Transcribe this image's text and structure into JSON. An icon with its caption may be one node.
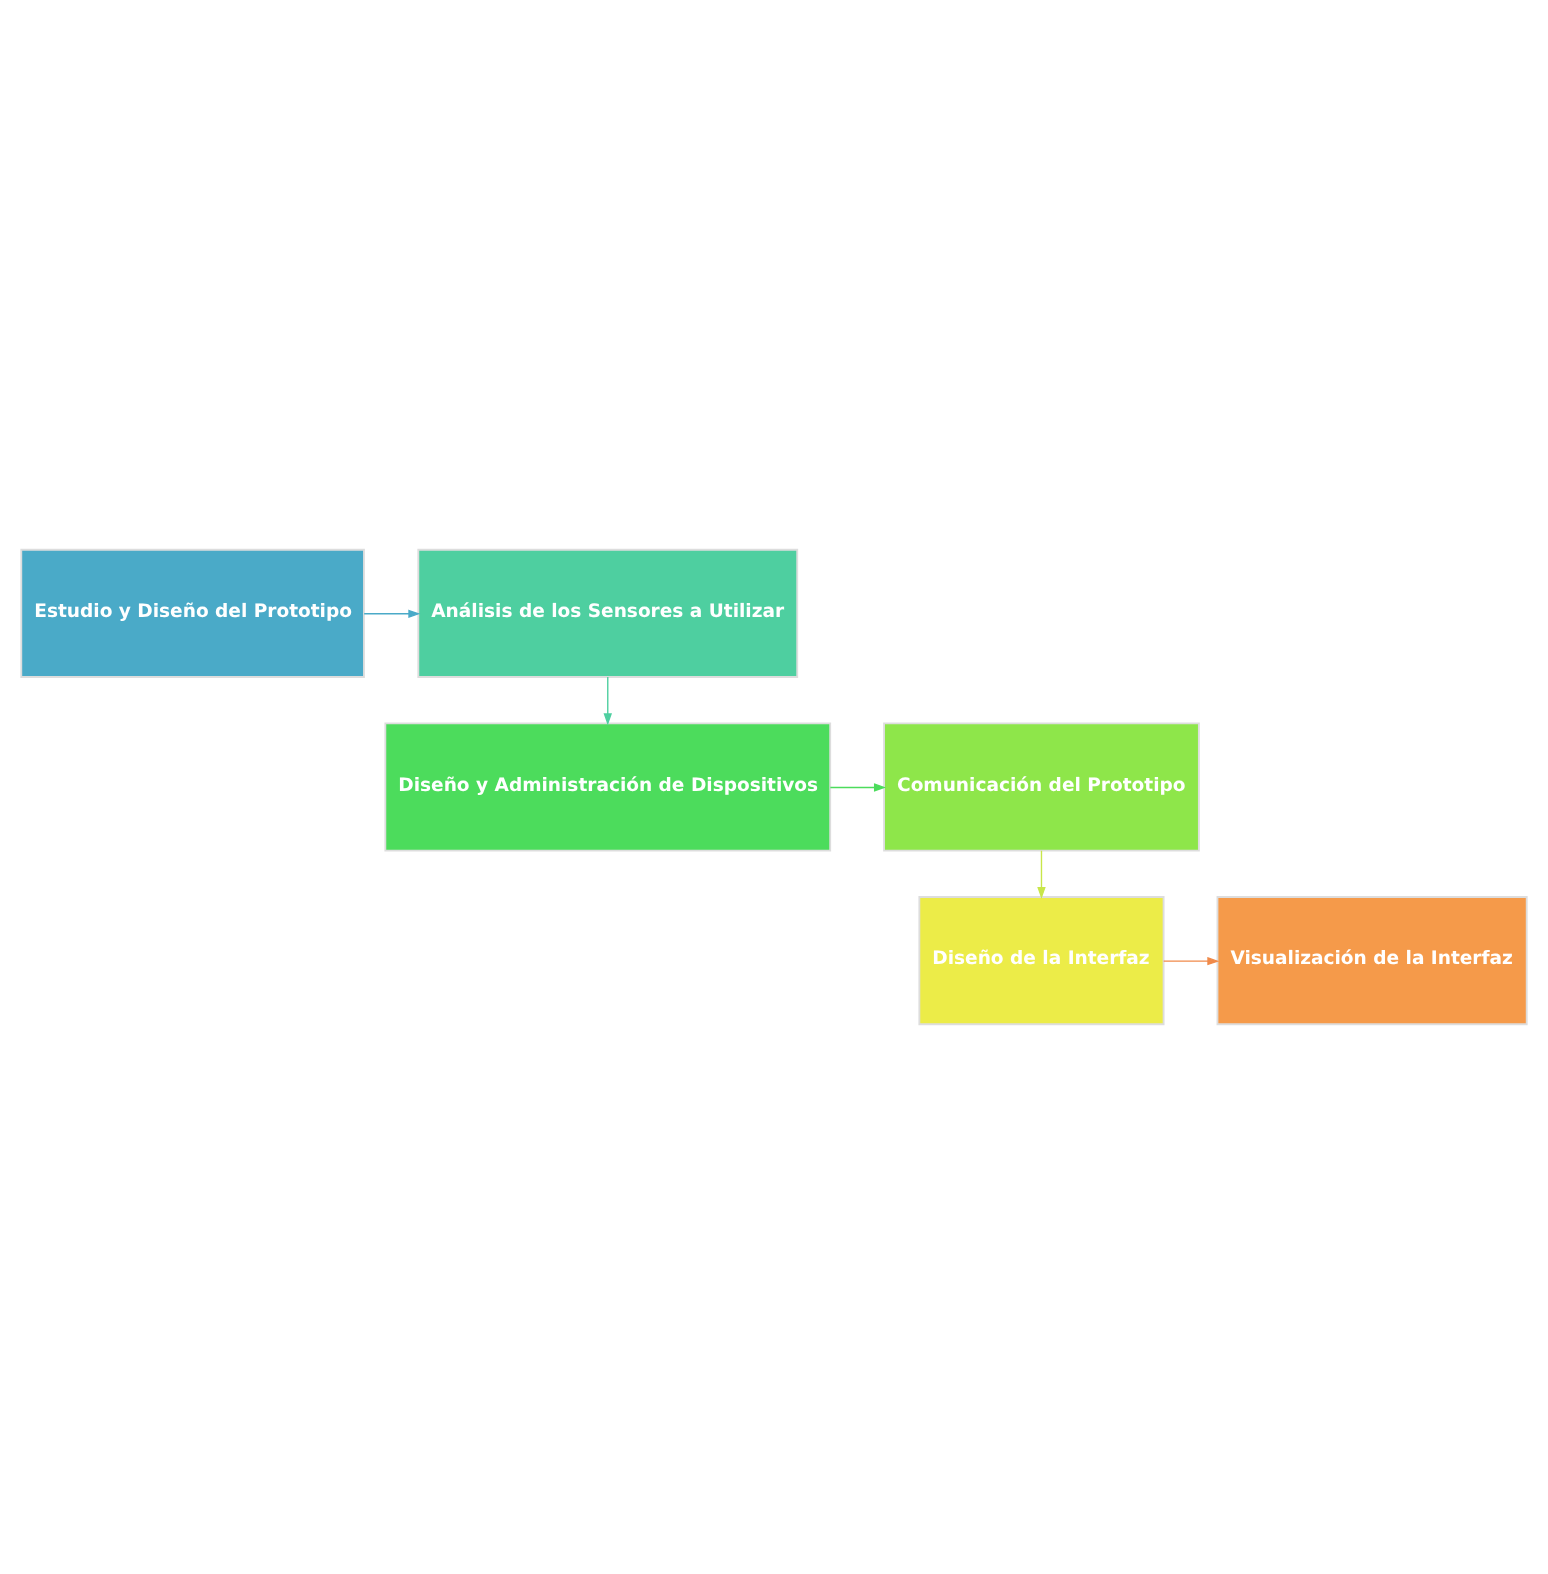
{
  "diagram": {
    "nodes": [
      {
        "text": [
          "Estudio y Diseño del Prototipo"
        ]
      },
      {
        "text": [
          "Análisis de los Sensores a Utilizar"
        ]
      },
      {
        "text": [
          "Diseño y Administración de Dispositivos"
        ]
      },
      {
        "text": [
          "Comunicación del Prototipo"
        ]
      },
      {
        "text": [
          "Diseño de la Interfaz"
        ]
      },
      {
        "text": [
          "Visualización de la Interfaz"
        ]
      }
    ],
    "edges": [
      {
        "from": 0,
        "to": 1,
        "arrow": "to",
        "color": "#4aaac8"
      },
      {
        "from": 1,
        "to": 2,
        "arrow": "to",
        "color": "#4ecfa0"
      },
      {
        "from": 2,
        "to": 3,
        "arrow": "to",
        "color": "#4cdc5c"
      },
      {
        "from": 3,
        "to": 4,
        "arrow": "to",
        "color": "#c8e64a"
      },
      {
        "from": 4,
        "to": 5,
        "arrow": "to",
        "color": "#f08a4a"
      }
    ]
  }
}
